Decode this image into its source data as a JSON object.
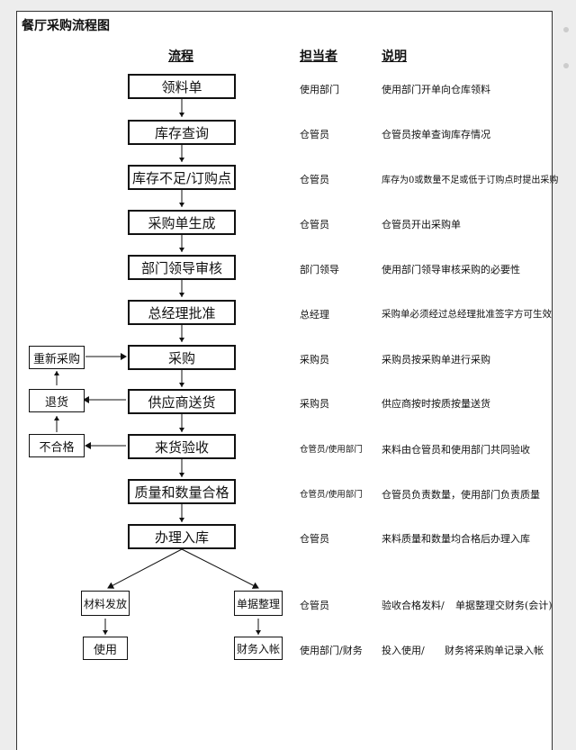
{
  "title": "餐厅采购流程图",
  "headers": {
    "flow": "流程",
    "owner": "担当者",
    "desc": "说明"
  },
  "rows": [
    {
      "step": "领料单",
      "owner": "使用部门",
      "desc": "使用部门开单向仓库领料"
    },
    {
      "step": "库存查询",
      "owner": "仓管员",
      "desc": "仓管员按单查询库存情况"
    },
    {
      "step": "库存不足/订购点",
      "owner": "仓管员",
      "desc": "库存为0或数量不足或低于订购点时提出采购"
    },
    {
      "step": "采购单生成",
      "owner": "仓管员",
      "desc": "仓管员开出采购单"
    },
    {
      "step": "部门领导审核",
      "owner": "部门领导",
      "desc": "使用部门领导审核采购的必要性"
    },
    {
      "step": "总经理批准",
      "owner": "总经理",
      "desc": "采购单必须经过总经理批准签字方可生效"
    },
    {
      "step": "采购",
      "owner": "采购员",
      "desc": "采购员按采购单进行采购"
    },
    {
      "step": "供应商送货",
      "owner": "采购员",
      "desc": "供应商按时按质按量送货"
    },
    {
      "step": "来货验收",
      "owner": "仓管员/使用部门",
      "desc": "来料由仓管员和使用部门共同验收"
    },
    {
      "step": "质量和数量合格",
      "owner": "仓管员/使用部门",
      "desc": "仓管员负责数量，使用部门负责质量"
    },
    {
      "step": "办理入库",
      "owner": "仓管员",
      "desc": "来料质量和数量均合格后办理入库"
    }
  ],
  "side_boxes": {
    "reorder": "重新采购",
    "return": "退货",
    "reject": "不合格"
  },
  "branch": {
    "left_top": "材料发放",
    "left_bottom": "使用",
    "right_top": "单据整理",
    "right_bottom": "财务入帐",
    "owner_top": "仓管员",
    "owner_bottom": "使用部门/财务",
    "desc_top_a": "验收合格发料/",
    "desc_top_b": "单据整理交财务(会计)",
    "desc_bottom_a": "投入使用/",
    "desc_bottom_b": "财务将采购单记录入帐"
  }
}
